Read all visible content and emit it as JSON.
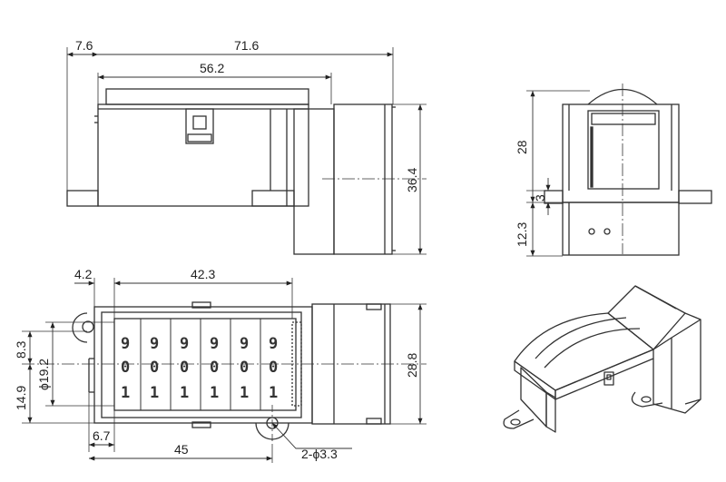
{
  "dimensions": {
    "front": {
      "left_offset": "7.6",
      "total_length": "71.6",
      "body_length": "56.2",
      "height": "36.4"
    },
    "side": {
      "height": "28",
      "step": "3",
      "base": "12.3"
    },
    "top": {
      "left_offset": "4.2",
      "window_length": "42.3",
      "width": "28.8",
      "offset_a": "8.3",
      "offset_b": "14.9",
      "wheel_diameter": "ϕ19.2",
      "mount_offset": "6.7",
      "mount_span": "45",
      "holes": "2-ϕ3.3"
    }
  },
  "counter_wheels": [
    {
      "top": "9",
      "mid": "0",
      "bottom": "1"
    },
    {
      "top": "9",
      "mid": "0",
      "bottom": "1"
    },
    {
      "top": "9",
      "mid": "0",
      "bottom": "1"
    },
    {
      "top": "9",
      "mid": "0",
      "bottom": "1"
    },
    {
      "top": "9",
      "mid": "0",
      "bottom": "1"
    },
    {
      "top": "9",
      "mid": "0",
      "bottom": "1"
    }
  ]
}
